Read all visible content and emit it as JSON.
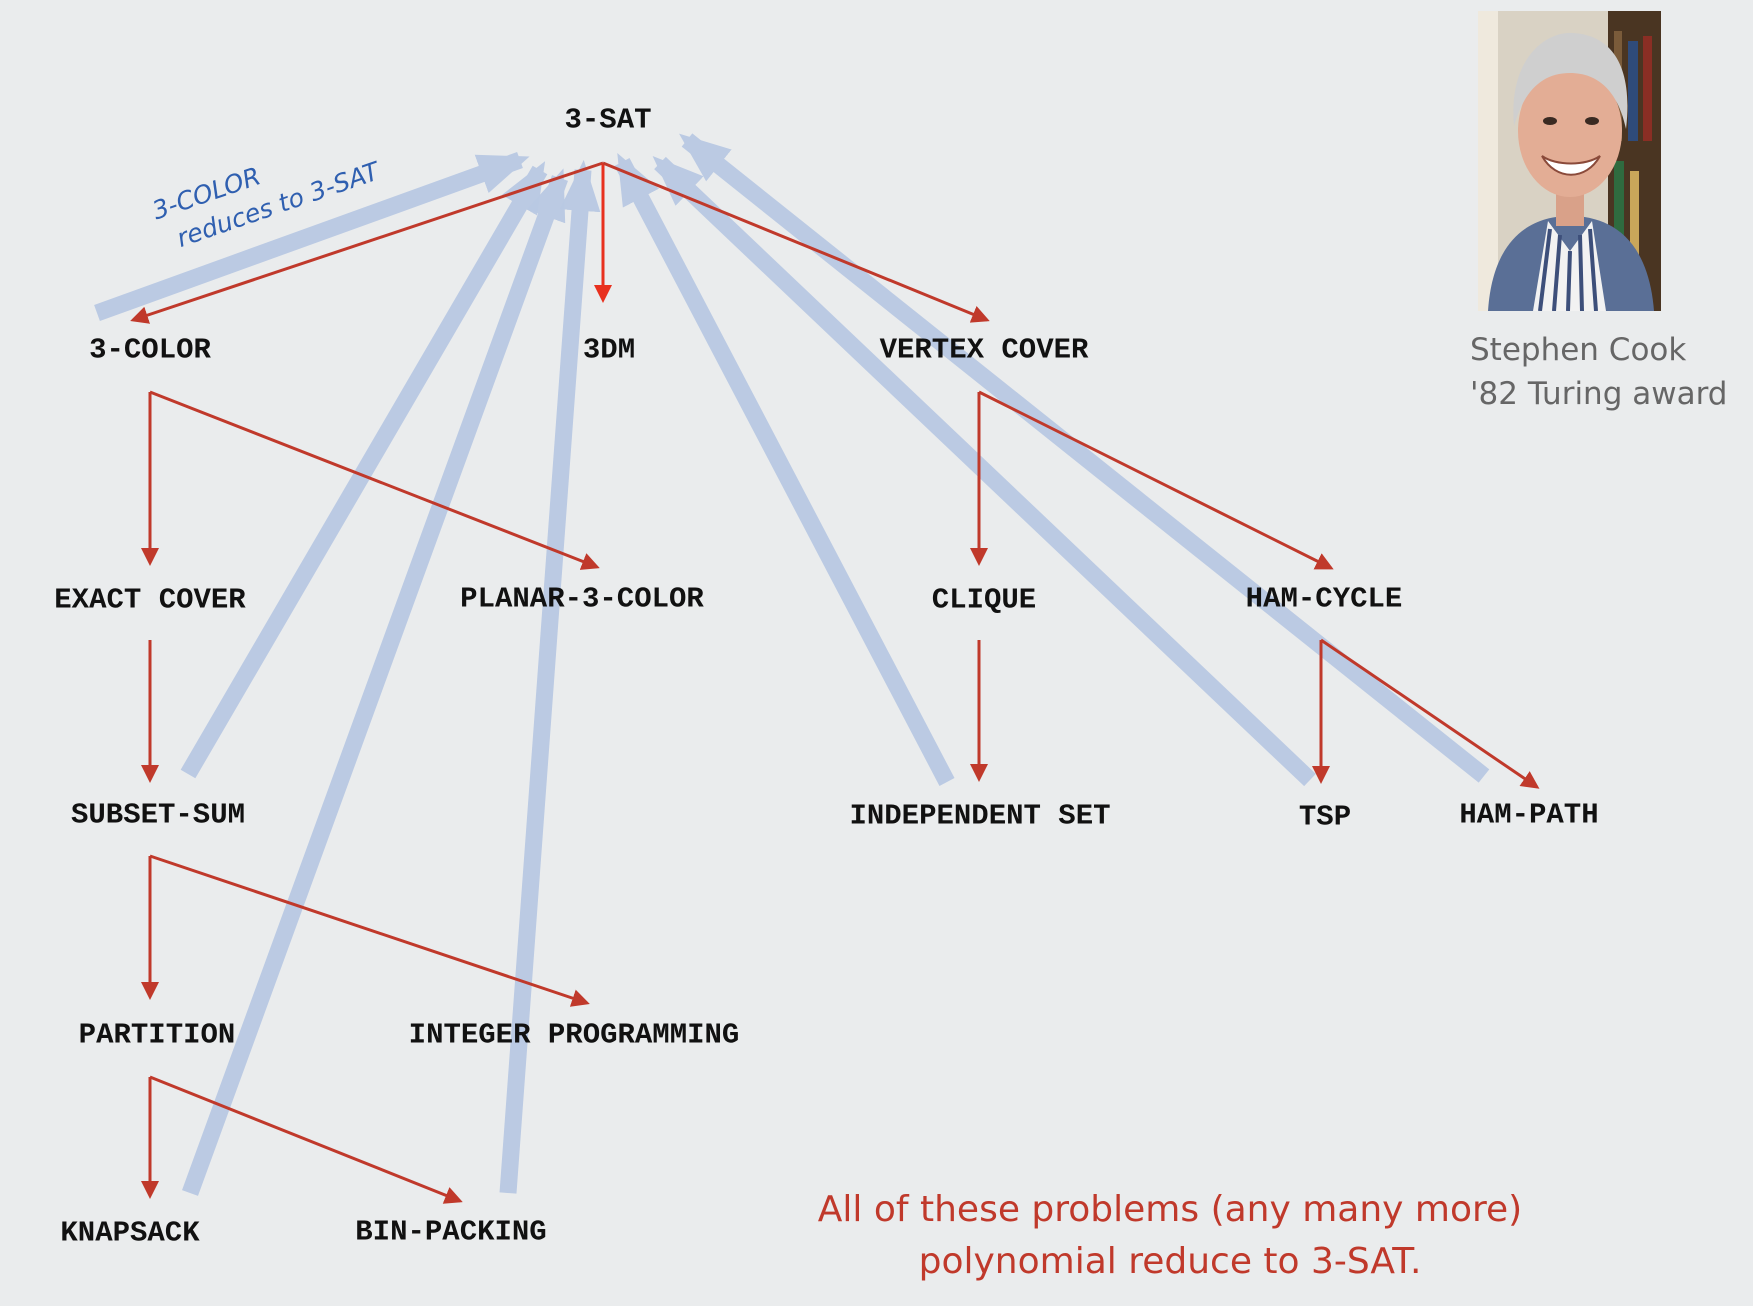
{
  "nodes": {
    "sat3": "3-SAT",
    "color3": "3-COLOR",
    "dm3": "3DM",
    "vertex_cover": "VERTEX COVER",
    "exact_cover": "EXACT COVER",
    "planar3color": "PLANAR-3-COLOR",
    "clique": "CLIQUE",
    "hamcycle": "HAM-CYCLE",
    "subset_sum": "SUBSET-SUM",
    "independent_set": "INDEPENDENT SET",
    "tsp": "TSP",
    "hampath": "HAM-PATH",
    "partition": "PARTITION",
    "integer_programming": "INTEGER PROGRAMMING",
    "knapsack": "KNAPSACK",
    "binpacking": "BIN-PACKING"
  },
  "annotation": {
    "line1": "3-COLOR",
    "line2": "reduces to 3-SAT"
  },
  "portrait": {
    "name": "Stephen Cook",
    "award": "'82 Turing award"
  },
  "note": {
    "line1": "All of these problems (any many more)",
    "line2": "polynomial reduce to 3-SAT."
  },
  "colors": {
    "background": "#eaeced",
    "reduction_arrow": "#c0392b",
    "highlight_arrow": "#e8301e",
    "blue_arrow": "#b9c9e3",
    "annotation": "#2f5fb0"
  },
  "edges": [
    {
      "from": "sat3",
      "to": "color3"
    },
    {
      "from": "sat3",
      "to": "dm3",
      "highlight": true
    },
    {
      "from": "sat3",
      "to": "vertex_cover"
    },
    {
      "from": "color3",
      "to": "exact_cover"
    },
    {
      "from": "color3",
      "to": "planar3color"
    },
    {
      "from": "exact_cover",
      "to": "subset_sum"
    },
    {
      "from": "subset_sum",
      "to": "partition"
    },
    {
      "from": "subset_sum",
      "to": "integer_programming"
    },
    {
      "from": "partition",
      "to": "knapsack"
    },
    {
      "from": "partition",
      "to": "binpacking"
    },
    {
      "from": "vertex_cover",
      "to": "clique"
    },
    {
      "from": "vertex_cover",
      "to": "hamcycle"
    },
    {
      "from": "clique",
      "to": "independent_set"
    },
    {
      "from": "hamcycle",
      "to": "tsp"
    },
    {
      "from": "hamcycle",
      "to": "hampath"
    }
  ],
  "back_reductions": [
    "color3",
    "subset_sum",
    "knapsack",
    "binpacking",
    "independent_set",
    "tsp",
    "hampath"
  ]
}
